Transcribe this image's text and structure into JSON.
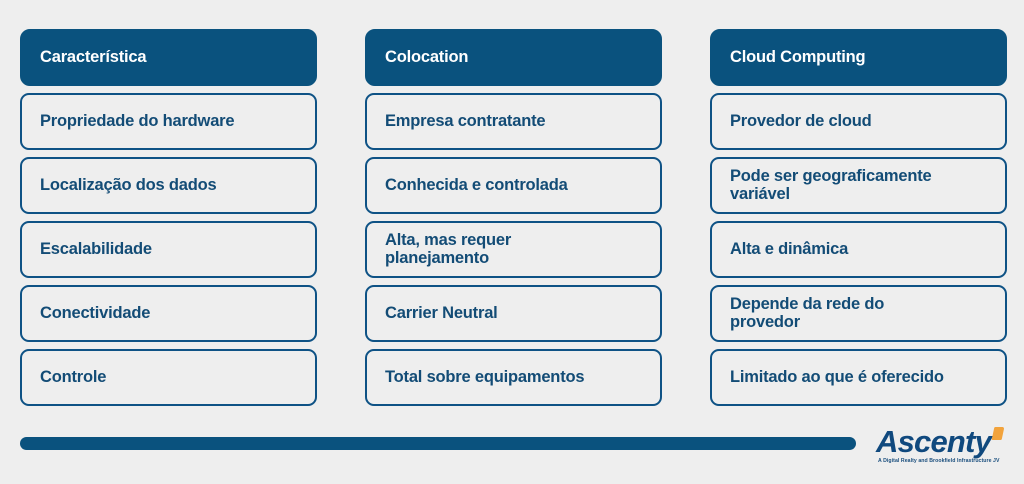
{
  "page": {
    "background_color": "#eeeeee",
    "accent_blue": "#0A527E",
    "text_blue": "#134C76",
    "logo_accent_orange": "#F2A33C"
  },
  "table": {
    "headers": [
      "Característica",
      "Colocation",
      "Cloud Computing"
    ],
    "rows": [
      [
        "Propriedade do hardware",
        "Empresa contratante",
        "Provedor de cloud"
      ],
      [
        "Localização dos dados",
        "Conhecida e controlada",
        "Pode ser geograficamente\nvariável"
      ],
      [
        "Escalabilidade",
        "Alta, mas requer\nplanejamento",
        "Alta e dinâmica"
      ],
      [
        "Conectividade",
        "Carrier Neutral",
        "Depende da rede do\nprovedor"
      ],
      [
        "Controle",
        "Total sobre equipamentos",
        "Limitado ao que é oferecido"
      ]
    ]
  },
  "footer": {
    "logo_name": "Ascenty",
    "logo_tagline": "A Digital Realty and Brookfield Infrastructure JV"
  }
}
